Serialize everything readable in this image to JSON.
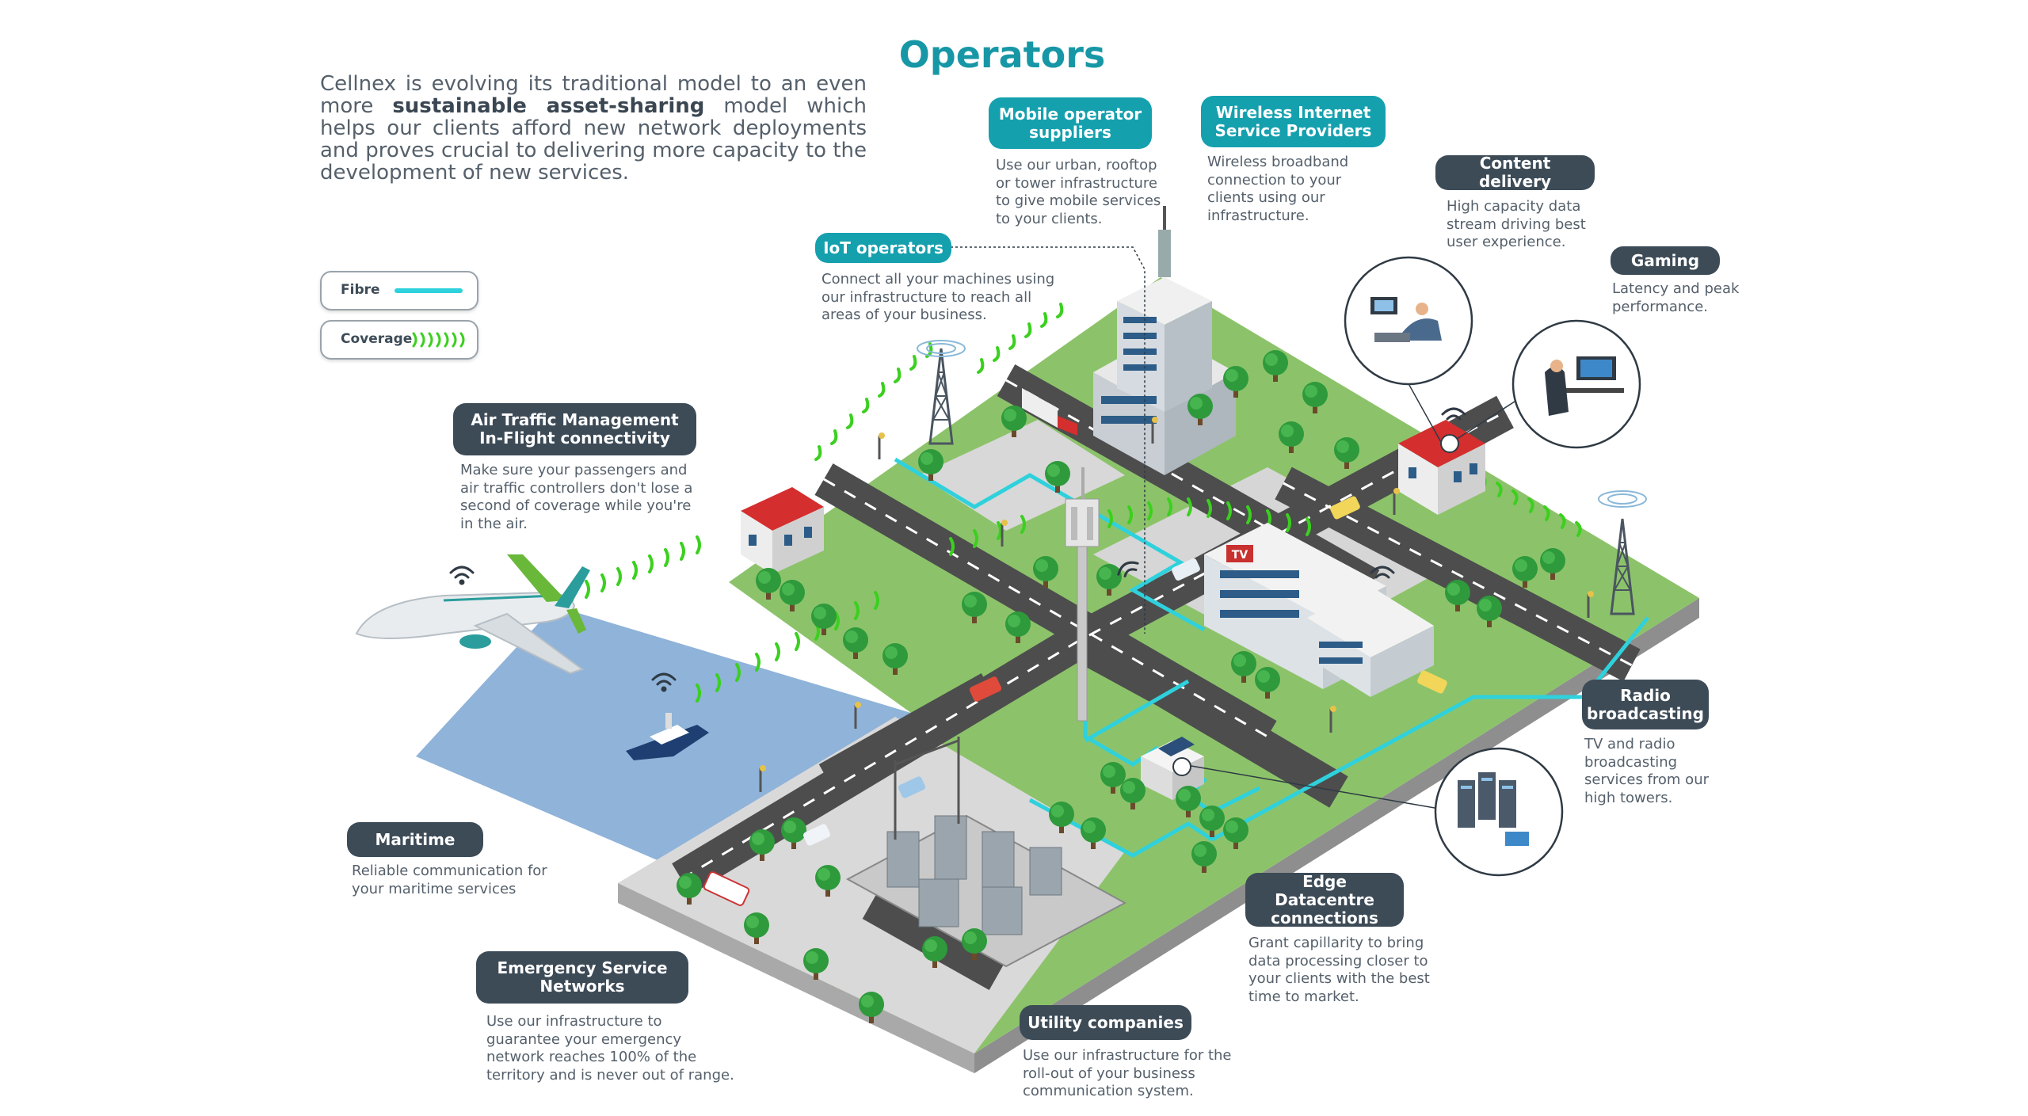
{
  "title": "Operators",
  "intro": {
    "part1": "Cellnex is evolving its traditional model to an even more ",
    "bold": "sustainable asset-sharing",
    "part2": " model which helps our clients afford new network deployments and proves crucial to delivering more capacity to the development of new services."
  },
  "legend": {
    "fibre": "Fibre",
    "coverage": "Coverage"
  },
  "colors": {
    "teal": "#15a0ae",
    "dark": "#3d4b57",
    "fibre": "#2ed1dc",
    "coverage": "#3bd01f",
    "grass": "#8cc36a",
    "water": "#8fb3d9"
  },
  "services": {
    "mobile": {
      "name": "Mobile operator suppliers",
      "desc": "Use our urban, rooftop or tower infrastructure to give mobile services to your clients."
    },
    "wisp": {
      "name": "Wireless Internet Service Providers",
      "desc": "Wireless broadband connection to your clients using our infrastructure."
    },
    "content": {
      "name": "Content delivery",
      "desc": "High capacity data stream driving best user experience."
    },
    "gaming": {
      "name": "Gaming",
      "desc": "Latency and peak performance."
    },
    "iot": {
      "name": "IoT operators",
      "desc": "Connect all your machines using our infrastructure to reach all areas of your business."
    },
    "air": {
      "name": "Air Traffic Management In-Flight connectivity",
      "desc": "Make sure your passengers and air traffic controllers don't lose a second of coverage while you're in the air."
    },
    "radio": {
      "name": "Radio broadcasting",
      "desc": "TV and radio broadcasting services from our high towers."
    },
    "maritime": {
      "name": "Maritime",
      "desc": "Reliable communication for your maritime services"
    },
    "edge": {
      "name": "Edge Datacentre connections",
      "desc": "Grant capillarity to bring data processing closer to your clients with the best time to market."
    },
    "emergency": {
      "name": "Emergency Service Networks",
      "desc": "Use our infrastructure to guarantee your emergency network reaches 100% of the territory and is never out of range."
    },
    "utility": {
      "name": "Utility companies",
      "desc": "Use our infrastructure for the roll-out of your business communication system."
    }
  },
  "signage": {
    "tv": "TV"
  }
}
